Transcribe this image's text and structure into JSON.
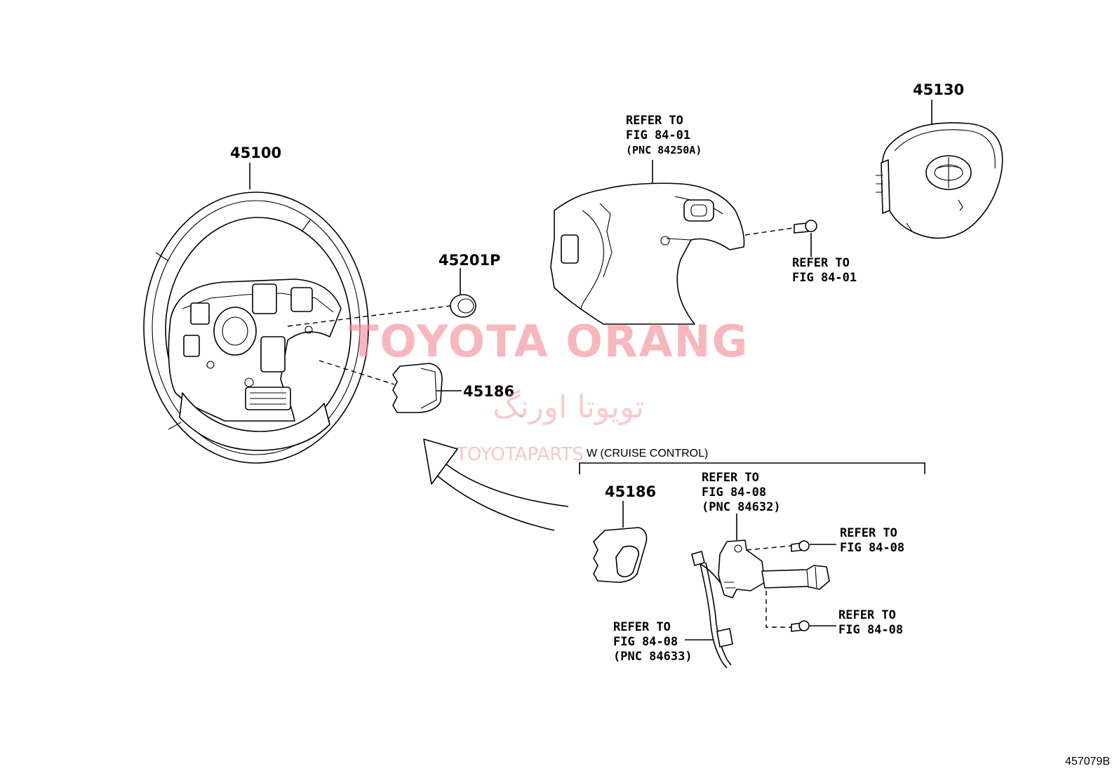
{
  "parts": {
    "steering_wheel": "45100",
    "cap": "45201P",
    "cover_main": "45186",
    "airbag": "45130",
    "cover_cruise": "45186"
  },
  "refs": {
    "cover_top": [
      "REFER TO",
      "FIG 84-01",
      "(PNC 84250A)"
    ],
    "screw_top": [
      "REFER TO",
      "FIG 84-01"
    ],
    "switch_top": [
      "REFER TO",
      "FIG 84-08",
      "(PNC 84632)"
    ],
    "screw_r1": [
      "REFER TO",
      "FIG 84-08"
    ],
    "screw_r2": [
      "REFER TO",
      "FIG 84-08"
    ],
    "wire": [
      "REFER TO",
      "FIG 84-08",
      "(PNC 84633)"
    ]
  },
  "option_label": "W (CRUISE CONTROL)",
  "figure_code": "457079B",
  "watermark": {
    "brand": "TOYOTA ORANG",
    "arabic": "تویوتا اورنگ",
    "site": "TOYOTAPARTS"
  }
}
